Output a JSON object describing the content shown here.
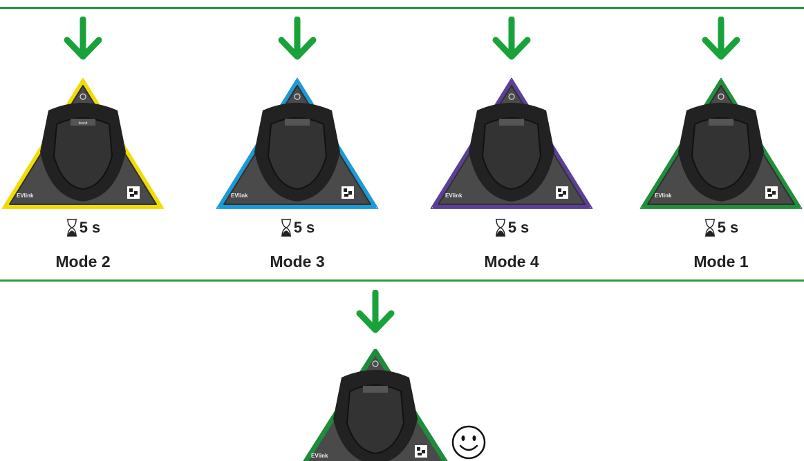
{
  "steps": [
    {
      "mode_label": "Mode 2",
      "timer": "5 s",
      "ring_color": "#f0dc00"
    },
    {
      "mode_label": "Mode 3",
      "timer": "5 s",
      "ring_color": "#1c9ad6"
    },
    {
      "mode_label": "Mode 4",
      "timer": "5 s",
      "ring_color": "#5c3f9a"
    },
    {
      "mode_label": "Mode 1",
      "timer": "5 s",
      "ring_color": "#1f8f3a"
    }
  ],
  "device_brand": "EVlink",
  "final_state": {
    "ring_color": "#1e8c3a",
    "indicator": "smiley-icon"
  },
  "colors": {
    "arrow": "#1aa23a",
    "divider": "#2a9a3e"
  }
}
